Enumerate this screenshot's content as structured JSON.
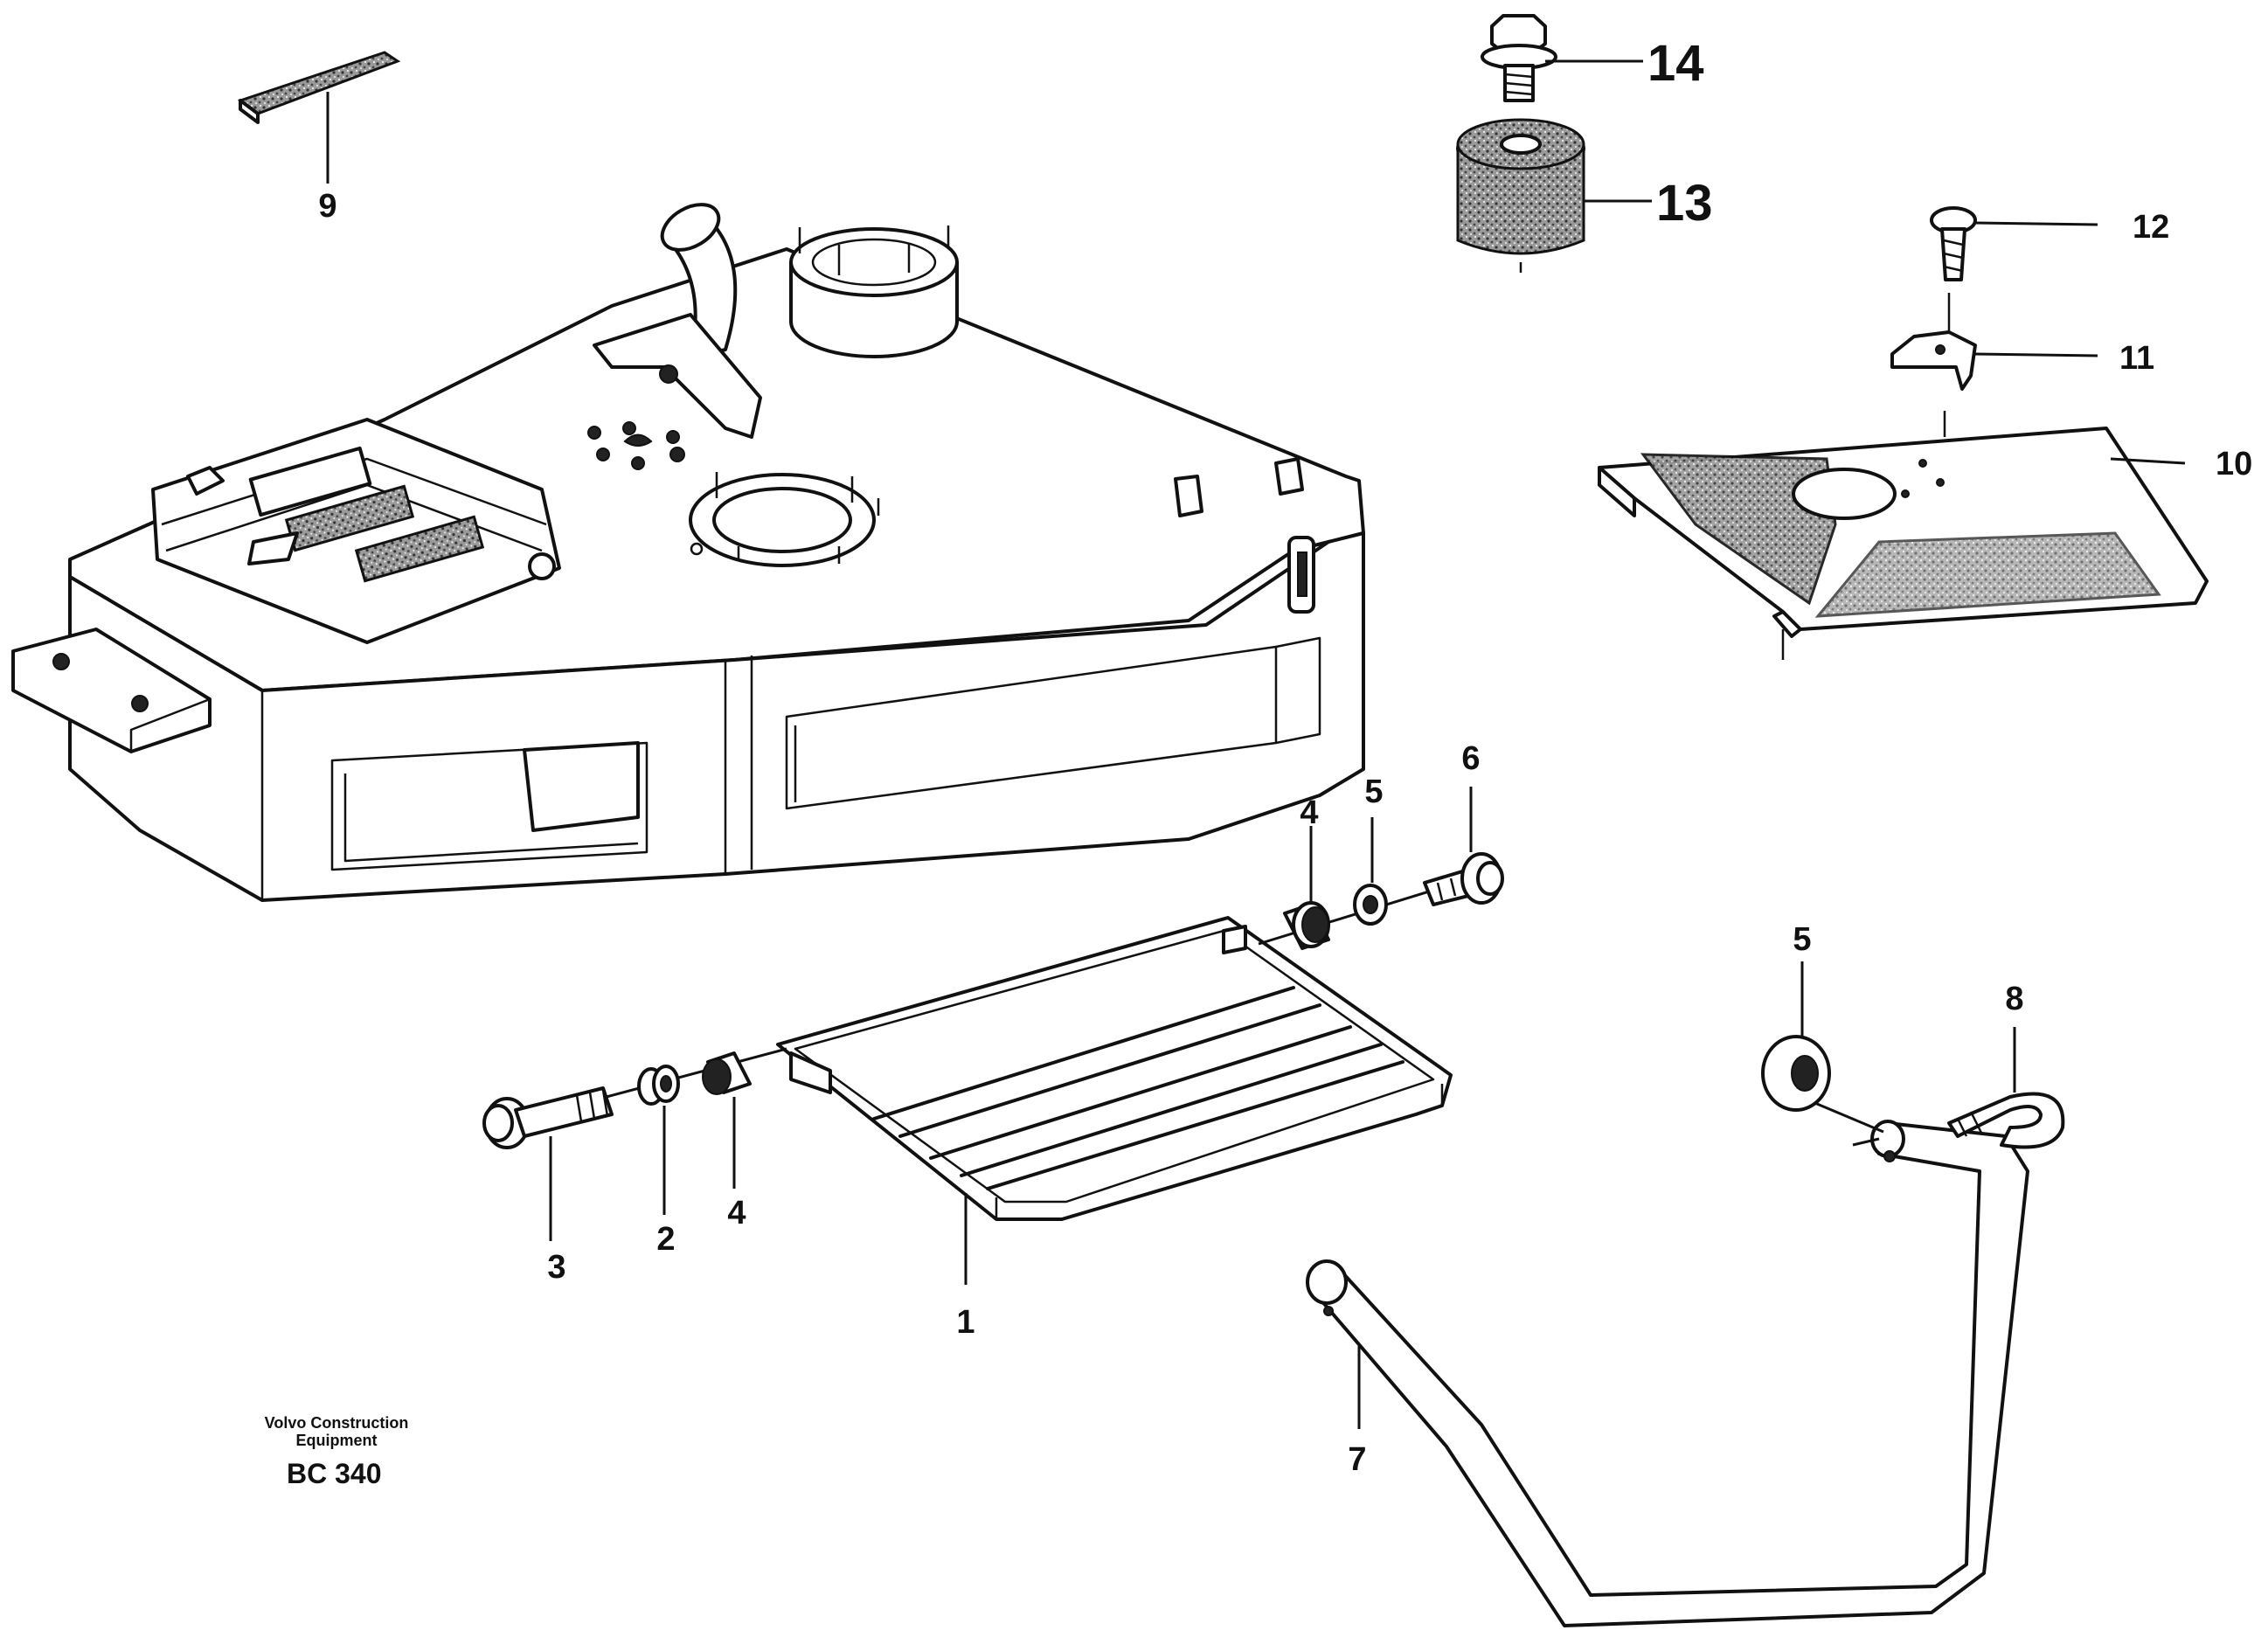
{
  "callouts": {
    "c1": "1",
    "c2": "2",
    "c3": "3",
    "c4a": "4",
    "c4b": "4",
    "c5a": "5",
    "c5b": "5",
    "c6": "6",
    "c7": "7",
    "c8": "8",
    "c9": "9",
    "c10": "10",
    "c11": "11",
    "c12": "12",
    "c13": "13",
    "c14": "14"
  },
  "footer": {
    "brand_line1": "Volvo Construction",
    "brand_line2": "Equipment",
    "code": "BC 340"
  }
}
